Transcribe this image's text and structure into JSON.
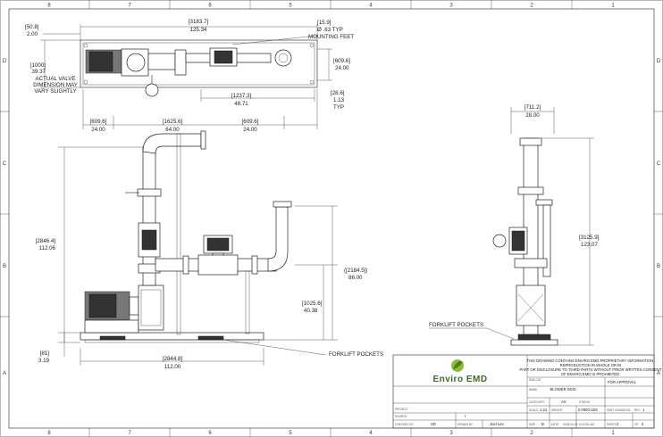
{
  "border": {
    "zones_top": [
      "8",
      "7",
      "6",
      "5",
      "4",
      "3",
      "2",
      "1"
    ],
    "zones_bottom": [
      "8",
      "7",
      "6",
      "5",
      "4",
      "3",
      "2",
      "1"
    ],
    "rows_left": [
      "D",
      "C",
      "B",
      "A"
    ],
    "rows_right": [
      "D",
      "C",
      "B",
      "A"
    ]
  },
  "dimensions": {
    "overall_length_mm": "[3183.7]",
    "overall_length_in": "125.34",
    "mount_feet_mm": "[15.9]",
    "mount_feet_txt": "Ø .63 TYP",
    "mount_feet_txt2": "MOUNTING FEET",
    "edge_mm": "[50.8]",
    "edge_in": "2.00",
    "width_mm": "[1000]",
    "width_in": "39.37",
    "valve_note_1": "ACTUAL VALVE",
    "valve_note_2": "DIMENSION MAY",
    "valve_note_3": "VARY SLIGHTLY",
    "right_mm": "[609.6]",
    "right_in": "24.00",
    "mid_mm": "[1237.3]",
    "mid_in": "48.71",
    "foot_mm": "[28.6]",
    "foot_in": "1.13",
    "foot_typ": "TYP",
    "bl_mm": "[609.6]",
    "bl_in": "24.00",
    "bc_mm": "[1625.6]",
    "bc_in": "64.00",
    "br_mm": "[609.6]",
    "br_in": "24.00",
    "height_mm": "[2846.4]",
    "height_in": "112.06",
    "outlet_mm": "([2184.5])",
    "outlet_in": "86.00",
    "inlet_mm": "[1025.6]",
    "inlet_in": "40.38",
    "base_mm": "[81]",
    "base_in": "3.19",
    "bottom_mm": "[2844.8]",
    "bottom_in": "112.00",
    "side_w_mm": "[711.2]",
    "side_w_in": "28.00",
    "side_h_mm": "[3125.9]",
    "side_h_in": "123.07",
    "forklift_1": "FORKLIFT POCKETS",
    "forklift_2": "FORKLIFT POCKETS"
  },
  "title_block": {
    "notice_1": "THIS DRAWING CONTAINS ENVIRO EMD PROPRIETARY INFORMATION.",
    "notice_2": "REPRODUCTION IN WHOLE OR IN",
    "notice_3": "PART OR DISCLOSURE TO THIRD PARTS WITHOUT PRIOR WRITTEN CONSENT",
    "notice_4": "OF ENVIRO EMD IS PROHIBITED.",
    "logo_text": "Enviro EMD",
    "for_approval": "FOR APPROVAL",
    "name_label": "NAME",
    "name_value": "BLOWER SKID",
    "project_label": "PROJECT",
    "sub_cat_label": "SUB CAT",
    "category_label": "CATEGORY",
    "category_value": "AS",
    "status_label": "STATUS",
    "source_label": "SOURCE",
    "source_value": "I",
    "scale_label": "SCALE",
    "scale_value": "1:24",
    "weight_label": "WEIGHT",
    "weight_value": "0.0000 LBS",
    "part_label": "PART",
    "part_value": "2016052-B1",
    "rev_label": "REV",
    "rev_value": "1",
    "checked_label": "CHECKED BY",
    "checked_value": "SD",
    "drawn_label": "DRAWN BY",
    "drawn_value": "Joel Lee",
    "size_label": "SIZE",
    "size_value": "B",
    "date_label": "DATE",
    "date_value": "2018-04-03 10:22:51 AM",
    "sheet_label": "SHEET",
    "sheet_value": "2",
    "of_label": "OF",
    "of_value": "3"
  }
}
